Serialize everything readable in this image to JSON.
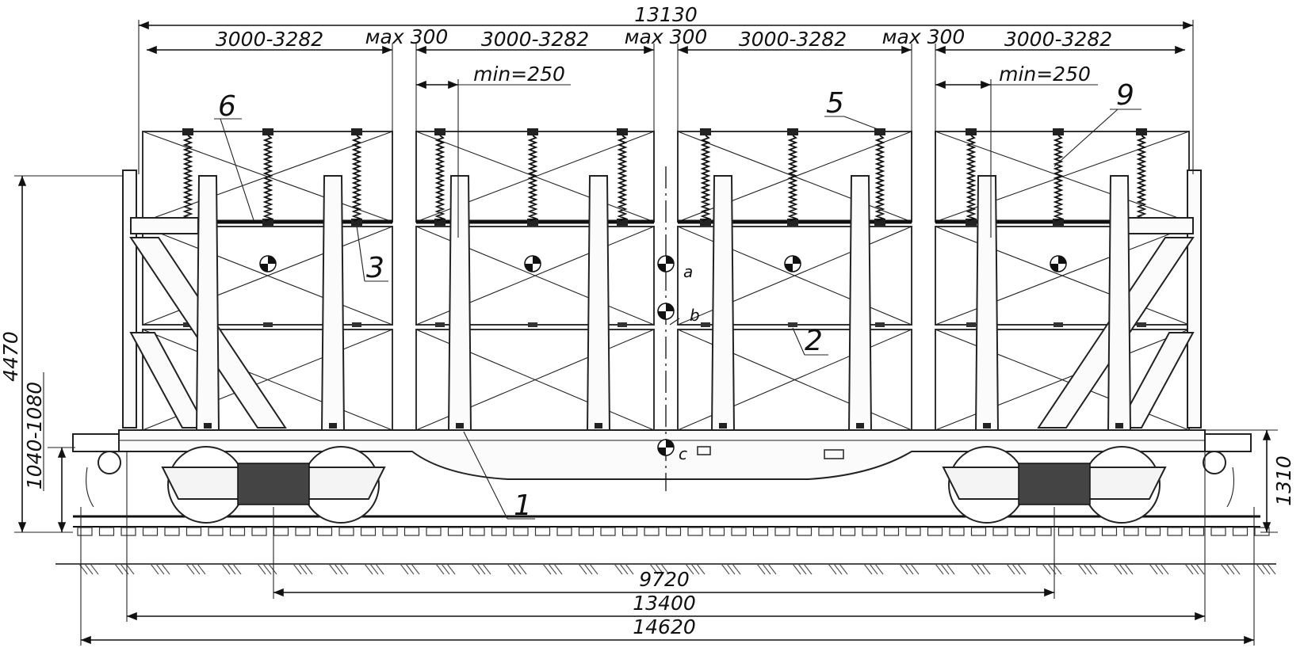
{
  "dimensions": {
    "overall_top": "13130",
    "seg1": "3000-3282",
    "gap1": "мах 300",
    "seg2": "3000-3282",
    "gap2": "мах 300",
    "seg3": "3000-3282",
    "gap3": "мах 300",
    "seg4": "3000-3282",
    "min_left": "min=250",
    "min_right": "min=250",
    "height_total": "4470",
    "coupler_height": "1040-1080",
    "frame_height": "1310",
    "bogie_base": "9720",
    "car_length": "13400",
    "coupler_length": "14620"
  },
  "callouts": {
    "c1": "1",
    "c2": "2",
    "c3": "3",
    "c5": "5",
    "c6": "6",
    "c9": "9"
  },
  "points": {
    "a": "a",
    "b": "b",
    "c": "c"
  }
}
